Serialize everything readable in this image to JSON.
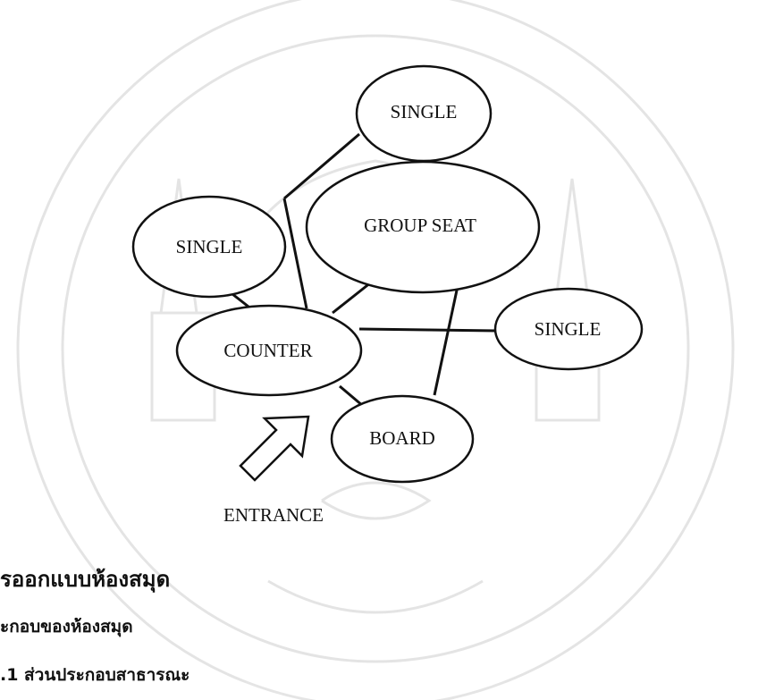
{
  "diagram": {
    "nodes": {
      "single_top": "SINGLE",
      "single_left": "SINGLE",
      "group_seat": "GROUP SEAT",
      "single_right": "SINGLE",
      "counter": "COUNTER",
      "board": "BOARD"
    },
    "entrance_label": "ENTRANCE"
  },
  "document": {
    "heading_1": "รออกแบบห้องสมุด",
    "heading_2": "ะกอบของห้องสมุด",
    "heading_3": ".1 ส่วนประกอบสาธารณะ"
  }
}
